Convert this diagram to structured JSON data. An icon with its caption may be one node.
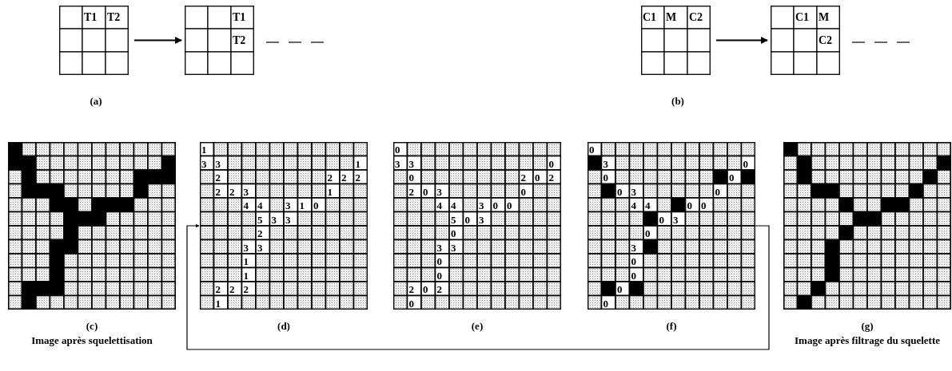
{
  "diagram": {
    "nodes": [
      {
        "text": [
          "T1",
          "T2"
        ]
      },
      {
        "text": [
          "T1",
          "T2"
        ]
      },
      {
        "text": [
          "C1",
          "M",
          "C2"
        ]
      },
      {
        "text": [
          "C1",
          "M",
          "C2"
        ]
      },
      {
        "text": [],
        "shape": "box",
        "beside": [
          "(c)",
          "Image après squelettisation"
        ]
      },
      {
        "text": [
          "1",
          "3",
          "3",
          "1",
          "2",
          "2",
          "2",
          "2",
          "2",
          "2",
          "3",
          "1",
          "4",
          "4",
          "3",
          "1",
          "0",
          "5",
          "3",
          "3",
          "2",
          "3",
          "3",
          "1",
          "1",
          "2",
          "2",
          "2",
          "1"
        ],
        "beside": [
          "(d)"
        ]
      },
      {
        "text": [
          "0",
          "3",
          "3",
          "0",
          "0",
          "2",
          "0",
          "2",
          "2",
          "0",
          "3",
          "0",
          "4",
          "4",
          "3",
          "0",
          "0",
          "5",
          "0",
          "3",
          "0",
          "3",
          "3",
          "0",
          "0",
          "2",
          "0",
          "2",
          "0"
        ],
        "beside": [
          "(e)"
        ]
      },
      {
        "text": [
          "0",
          "3",
          "0",
          "0",
          "0",
          "0",
          "3",
          "0",
          "4",
          "4",
          "0",
          "0",
          "0",
          "3",
          "0",
          "3",
          "0",
          "0",
          "0",
          "0"
        ],
        "beside": [
          "(f)"
        ]
      },
      {
        "text": [],
        "shape": "box",
        "beside": [
          "(g)",
          "Image après filtrage du squelette"
        ]
      }
    ],
    "edges": [
      {
        "from": 0,
        "to": 1,
        "arrow": "to"
      },
      {
        "from": 2,
        "to": 3,
        "arrow": "to"
      },
      {
        "from": 7,
        "to": 5,
        "arrow": "to"
      }
    ],
    "labels": [
      "(a)",
      "(b)"
    ]
  }
}
